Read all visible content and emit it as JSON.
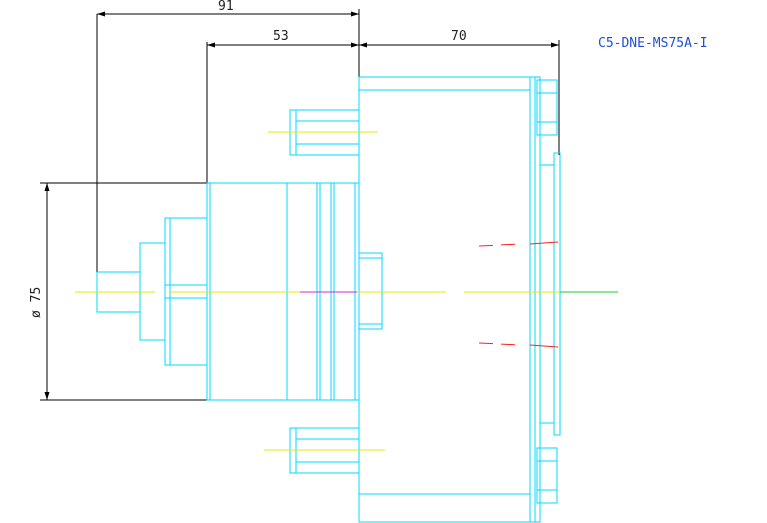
{
  "drawing": {
    "part_number": "C5-DNE-MS75A-I",
    "dimensions": {
      "overall_length": "91",
      "body_length": "53",
      "flange_length": "70",
      "diameter": "ø 75"
    },
    "colors": {
      "outline": "#00d8ff",
      "dimension": "#000000",
      "centerline": "#e8e800",
      "hidden": "#ff2020",
      "accent": "#d02bd0",
      "axis": "#22cc22",
      "title": "#1f4fd6"
    }
  }
}
